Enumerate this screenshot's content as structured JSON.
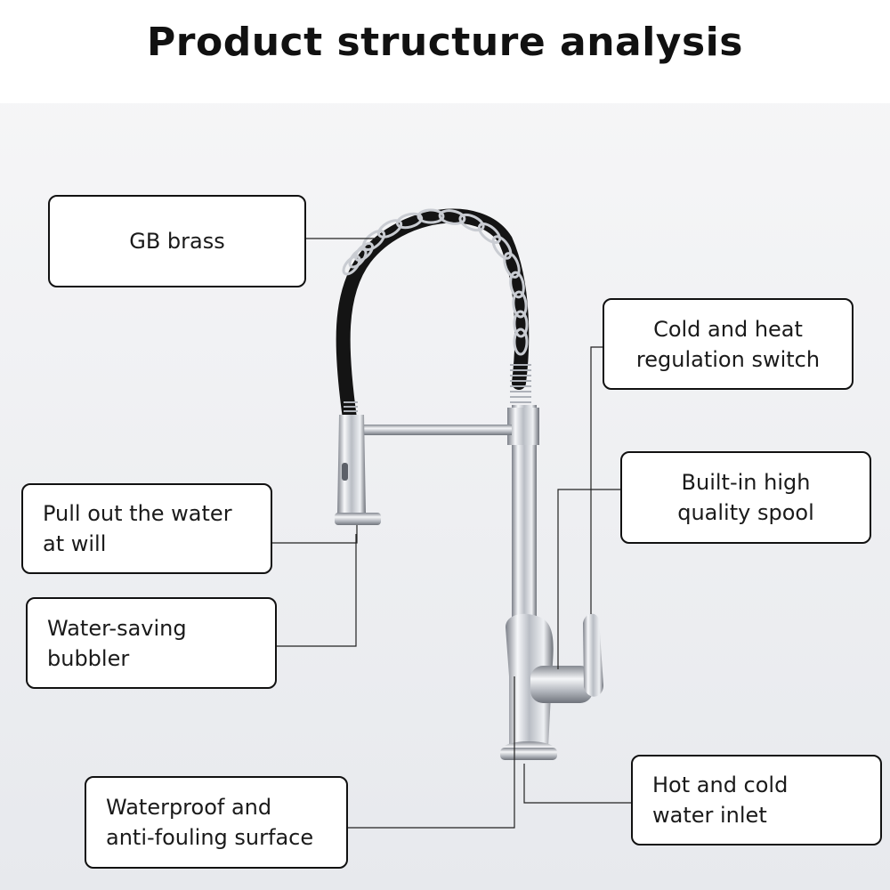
{
  "header": {
    "title": "Product structure analysis"
  },
  "callouts": {
    "gb_brass": "GB brass",
    "cold_heat_switch": "Cold and heat\nregulation switch",
    "spool": "Built-in high\nquality spool",
    "pull_out": "Pull out the water\nat will",
    "bubbler": "Water-saving\nbubbler",
    "surface": "Waterproof and\nanti-fouling surface",
    "inlet": "Hot and cold\nwater inlet"
  },
  "colors": {
    "chrome": "#c9ccd2",
    "hose": "#141414",
    "leader_line": "#222222"
  }
}
